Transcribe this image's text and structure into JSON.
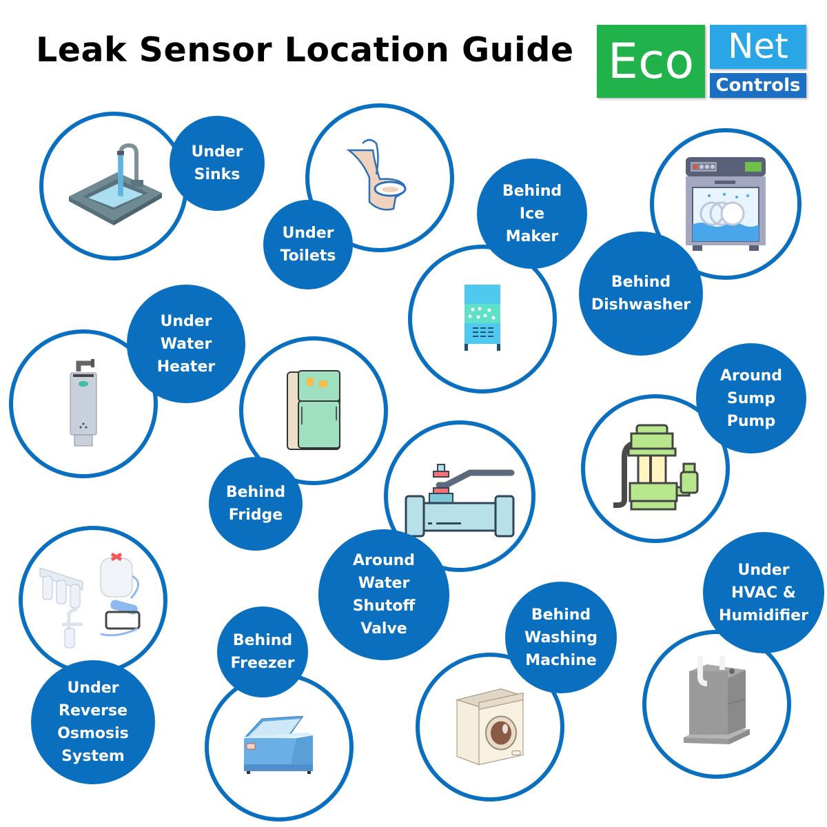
{
  "header": {
    "title": "Leak Sensor Location Guide"
  },
  "logo": {
    "eco": "Eco",
    "net": "Net",
    "controls": "Controls",
    "colors": {
      "eco_green": "#22b24c",
      "net_blue": "#2aa6e6",
      "controls_blue": "#1d6fc2"
    }
  },
  "theme": {
    "circle_blue": "#0b6fc0",
    "background": "#ffffff"
  },
  "locations": [
    {
      "id": "sinks",
      "icon": "sink-icon",
      "lines": [
        "Under",
        "Sinks"
      ]
    },
    {
      "id": "toilets",
      "icon": "toilet-icon",
      "lines": [
        "Under",
        "Toilets"
      ]
    },
    {
      "id": "ice-maker",
      "icon": "ice-maker-icon",
      "lines": [
        "Behind",
        "Ice",
        "Maker"
      ]
    },
    {
      "id": "dishwasher",
      "icon": "dishwasher-icon",
      "lines": [
        "Behind",
        "Dishwasher"
      ]
    },
    {
      "id": "water-heater",
      "icon": "water-heater-icon",
      "lines": [
        "Under",
        "Water",
        "Heater"
      ]
    },
    {
      "id": "fridge",
      "icon": "fridge-icon",
      "lines": [
        "Behind",
        "Fridge"
      ]
    },
    {
      "id": "shutoff-valve",
      "icon": "valve-icon",
      "lines": [
        "Around",
        "Water",
        "Shutoff",
        "Valve"
      ]
    },
    {
      "id": "sump-pump",
      "icon": "sump-pump-icon",
      "lines": [
        "Around",
        "Sump",
        "Pump"
      ]
    },
    {
      "id": "reverse-osmosis",
      "icon": "reverse-osmosis-icon",
      "lines": [
        "Under",
        "Reverse",
        "Osmosis",
        "System"
      ]
    },
    {
      "id": "freezer",
      "icon": "freezer-icon",
      "lines": [
        "Behind",
        "Freezer"
      ]
    },
    {
      "id": "washing-machine",
      "icon": "washing-machine-icon",
      "lines": [
        "Behind",
        "Washing",
        "Machine"
      ]
    },
    {
      "id": "hvac",
      "icon": "hvac-humidifier-icon",
      "lines": [
        "Under",
        "HVAC &",
        "Humidifier"
      ]
    }
  ]
}
